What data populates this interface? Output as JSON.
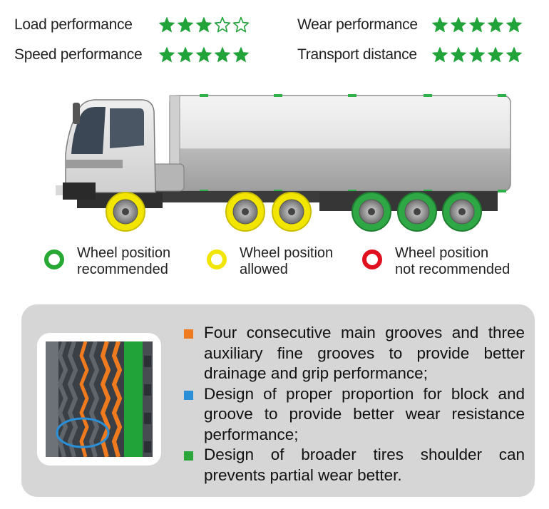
{
  "ratings": [
    {
      "label": "Load performance",
      "stars": 3,
      "max": 5
    },
    {
      "label": "Speed performance",
      "stars": 5,
      "max": 5
    },
    {
      "label": "Wear performance",
      "stars": 5,
      "max": 5
    },
    {
      "label": "Transport distance",
      "stars": 5,
      "max": 5
    }
  ],
  "legend": [
    {
      "line1": "Wheel position",
      "line2": "recommended",
      "color": "#28a834"
    },
    {
      "line1": "Wheel position",
      "line2": "allowed",
      "color": "#f2e600"
    },
    {
      "line1": "Wheel position",
      "line2": "not recommended",
      "color": "#e0101e"
    }
  ],
  "features": [
    {
      "text": "Four consecutive main grooves and three auxiliary fine grooves to provide better drainage and grip performance;",
      "color": "#f07a1e"
    },
    {
      "text": "Design of proper proportion for block and groove to provide better wear resistance performance;",
      "color": "#2a8fd6"
    },
    {
      "text": "Design of broader tires shoulder can prevents partial wear better.",
      "color": "#2aa63a"
    }
  ],
  "colors": {
    "star": "#21a33a",
    "recommended": "#28a834",
    "allowed": "#f2e600",
    "panel": "#d6d6d6"
  }
}
